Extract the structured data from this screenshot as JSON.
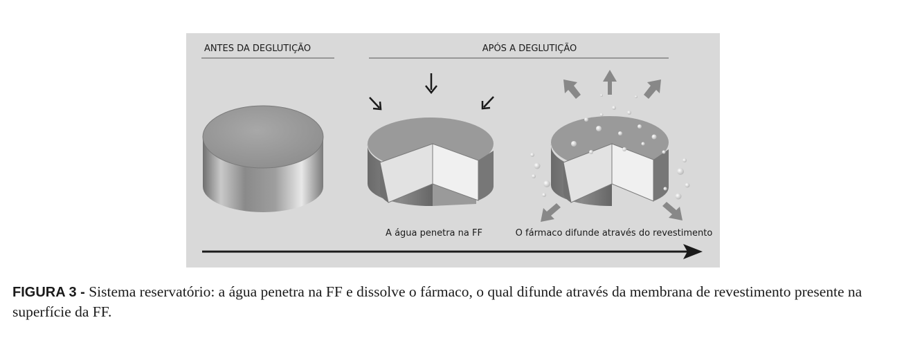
{
  "figure": {
    "heading_before": "ANTES DA DEGLUTIÇÃO",
    "heading_after": "APÓS A DEGLUTIÇÃO",
    "label_water": "A água penetra na FF",
    "label_diffusion": "O fármaco difunde através do revestimento"
  },
  "caption": {
    "label": "FIGURA 3 -",
    "text": "Sistema reservatório: a água penetra na FF e dissolve o fármaco, o qual difunde através da membrana de revestimento presente na superfície da FF."
  },
  "colors": {
    "panel_background": "#d9d9d9",
    "arrow": "#1a1a1a",
    "diffusion_arrow": "#888888"
  },
  "icons": [
    "arrow-down-icon",
    "arrow-down-right-icon",
    "arrow-down-left-icon",
    "diffusion-arrow-icon",
    "timeline-arrow-icon"
  ]
}
